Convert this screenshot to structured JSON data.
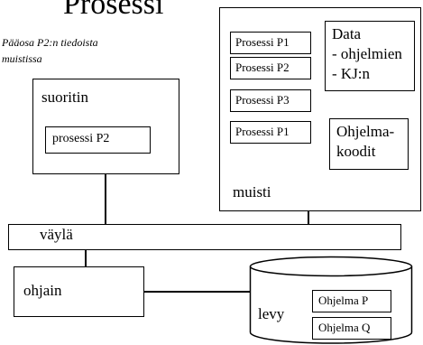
{
  "title": "Prosessi",
  "note_line1": "Pääosa P2:n tiedoista",
  "note_line2": "muistissa",
  "cpu": {
    "label": "suoritin",
    "process": "prosessi P2"
  },
  "memory": {
    "label": "muisti",
    "processes": [
      "Prosessi P1",
      "Prosessi P2",
      "Prosessi P3",
      "Prosessi P1"
    ],
    "data_lines": [
      "Data",
      "- ohjelmien",
      "- KJ:n"
    ],
    "code_lines": [
      "Ohjelma-",
      "koodit"
    ]
  },
  "bus": {
    "label": "väylä"
  },
  "controller": {
    "label": "ohjain"
  },
  "disk": {
    "label": "levy",
    "programs": [
      "Ohjelma P",
      "Ohjelma Q"
    ]
  }
}
